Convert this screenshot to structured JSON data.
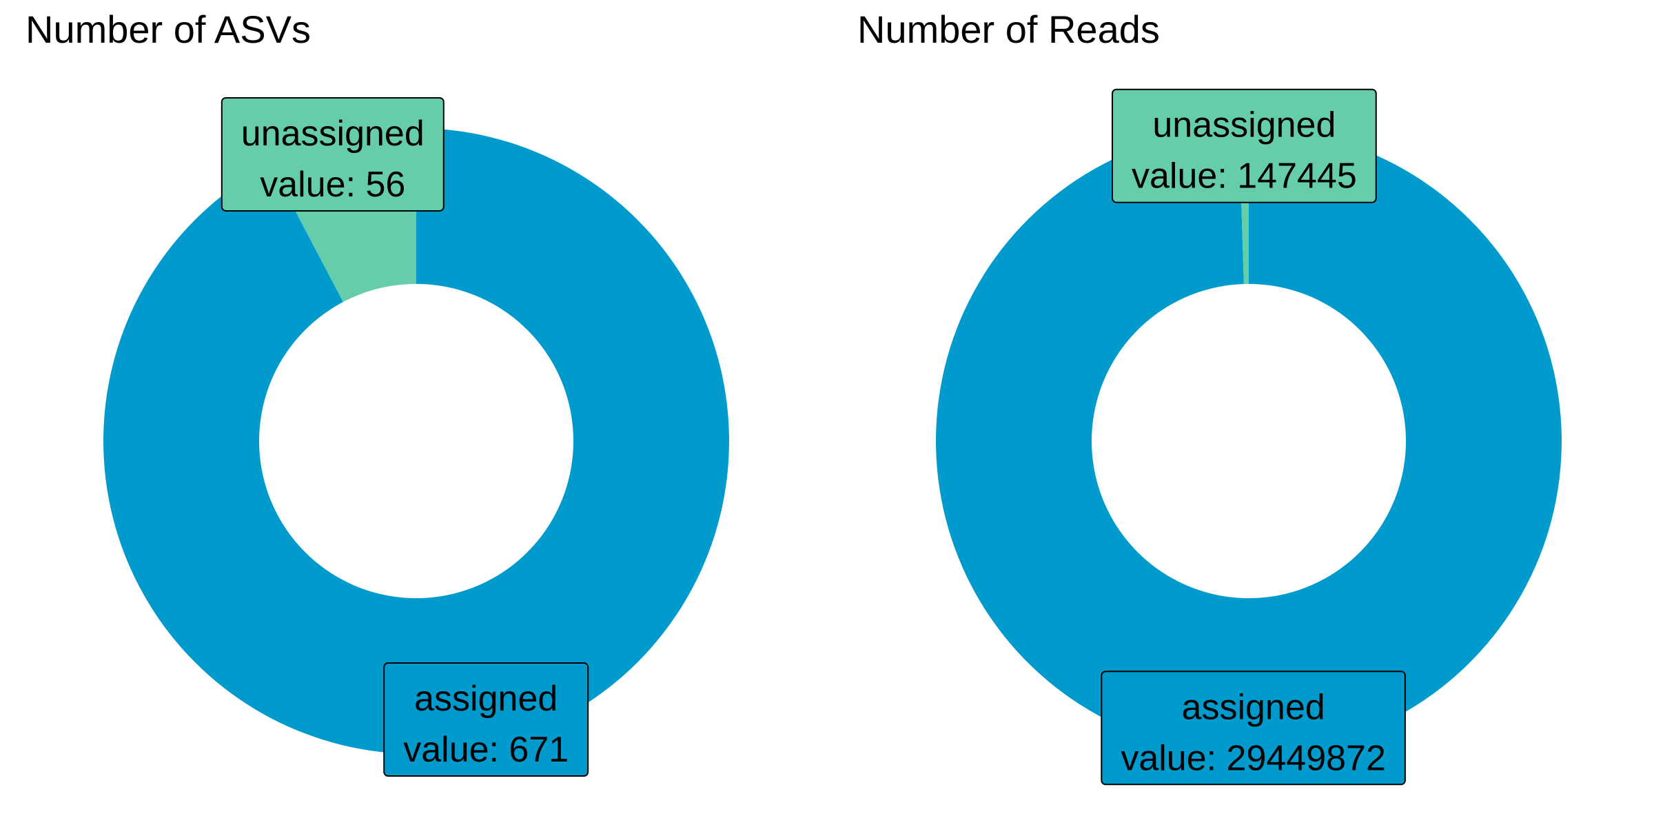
{
  "chart_data": [
    {
      "type": "pie",
      "title": "Number of ASVs",
      "categories": [
        "assigned",
        "unassigned"
      ],
      "values": [
        671,
        56
      ],
      "value_prefix": "value: ",
      "colors": [
        "#009ACD",
        "#66CDAA"
      ],
      "label_border": "#000000",
      "legend": "none"
    },
    {
      "type": "pie",
      "title": "Number of Reads",
      "categories": [
        "assigned",
        "unassigned"
      ],
      "values": [
        29449872,
        147445
      ],
      "value_prefix": "value: ",
      "colors": [
        "#009ACD",
        "#66CDAA"
      ],
      "label_border": "#000000",
      "legend": "none"
    }
  ]
}
